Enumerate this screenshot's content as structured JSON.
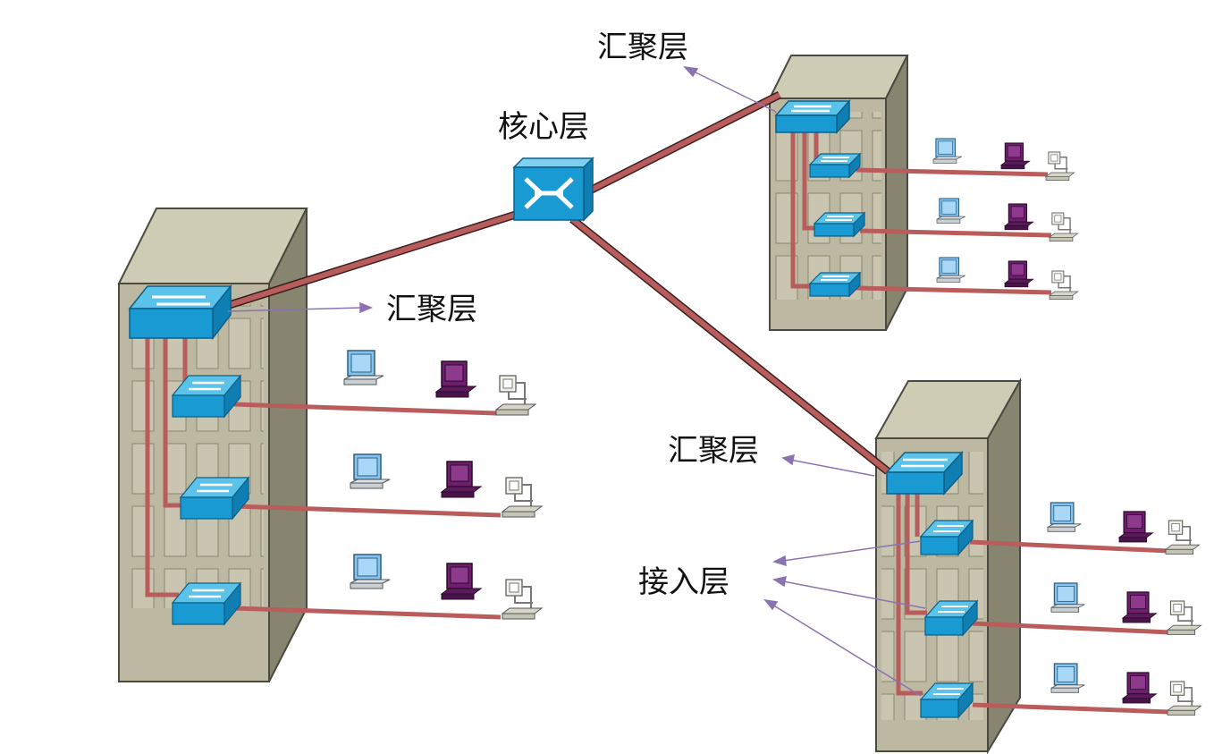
{
  "labels": {
    "core": "核心层",
    "aggregation": "汇聚层",
    "access": "接入层"
  },
  "colors": {
    "background": "#ffffff",
    "building_front": "#bcb8a1",
    "building_side": "#878470",
    "building_roof": "#cfccb6",
    "window": "#c9c5b0",
    "link": "#b85c5c",
    "link_dark": "#8f3f3f",
    "switch_top": "#5bc3ea",
    "switch_front": "#1a9ad2",
    "pc_blue": "#86c4ee",
    "pc_purple": "#6d1f6d",
    "terminal": "#d6d6c8",
    "annotation_arrow": "#8a73b0"
  },
  "icons": {
    "core_switch": "core-switch-icon",
    "building": "building-icon",
    "aggregation_switch": "aggregation-switch-icon",
    "access_switch": "access-switch-icon",
    "pc": "pc-icon",
    "workstation": "workstation-icon",
    "terminal": "terminal-icon"
  }
}
